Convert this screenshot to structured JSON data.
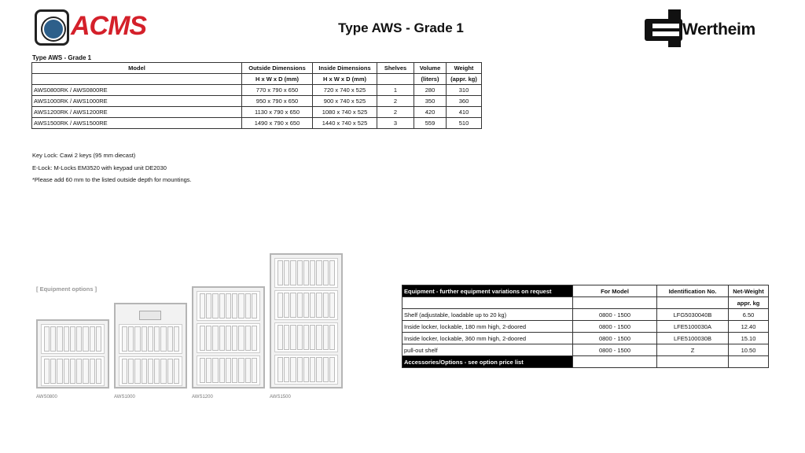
{
  "header": {
    "acms_logo_text": "ACMS",
    "title": "Type AWS - Grade 1",
    "wertheim_logo_text": "Wertheim"
  },
  "spec": {
    "caption": "Type AWS - Grade 1",
    "headers": [
      "Model",
      "Outside Dimensions",
      "Inside Dimensions",
      "Shelves",
      "Volume",
      "Weight"
    ],
    "subheaders": [
      "",
      "H x W x D (mm)",
      "H x W x D (mm)",
      "",
      "(liters)",
      "(appr. kg)"
    ],
    "rows": [
      [
        "AWS0800RK / AWS0800RE",
        "770 x 790 x 650",
        "720 x 740 x 525",
        "1",
        "280",
        "310"
      ],
      [
        "AWS1000RK / AWS1000RE",
        "950 x 790 x 650",
        "900 x 740 x 525",
        "2",
        "350",
        "360"
      ],
      [
        "AWS1200RK / AWS1200RE",
        "1130 x 790 x 650",
        "1080 x 740 x 525",
        "2",
        "420",
        "410"
      ],
      [
        "AWS1500RK / AWS1500RE",
        "1490 x 790 x 650",
        "1440 x 740 x 525",
        "3",
        "559",
        "510"
      ]
    ]
  },
  "notes": {
    "key_lock": "Key Lock: Cawi 2 keys (95 mm diecast)",
    "e_lock": "E-Lock: M-Locks EM3520 with keypad unit DE2030",
    "mounting": "*Please add 60 mm to the listed outside depth for mountings."
  },
  "equipment_label": "[ Equipment options ]",
  "cabinets": [
    {
      "label": "AWS0800"
    },
    {
      "label": "AWS1000"
    },
    {
      "label": "AWS1200"
    },
    {
      "label": "AWS1500"
    }
  ],
  "equipment": {
    "headers": [
      "Equipment - further equipment variations on request",
      "For Model",
      "Identification No.",
      "Net-Weight"
    ],
    "subheader_weight": "appr. kg",
    "rows": [
      [
        "Shelf (adjustable, loadable up to 20 kg)",
        "0800 - 1500",
        "LFG5030040B",
        "6.50"
      ],
      [
        "Inside locker, lockable, 180 mm high, 2-doored",
        "0800 - 1500",
        "LFE5100030A",
        "12.40"
      ],
      [
        "Inside locker, lockable, 360 mm high, 2-doored",
        "0800 - 1500",
        "LFE5100030B",
        "15.10"
      ],
      [
        "pull-out shelf",
        "0800 - 1500",
        "Z",
        "10.50"
      ]
    ],
    "footer": "Accessories/Options - see option price list"
  }
}
